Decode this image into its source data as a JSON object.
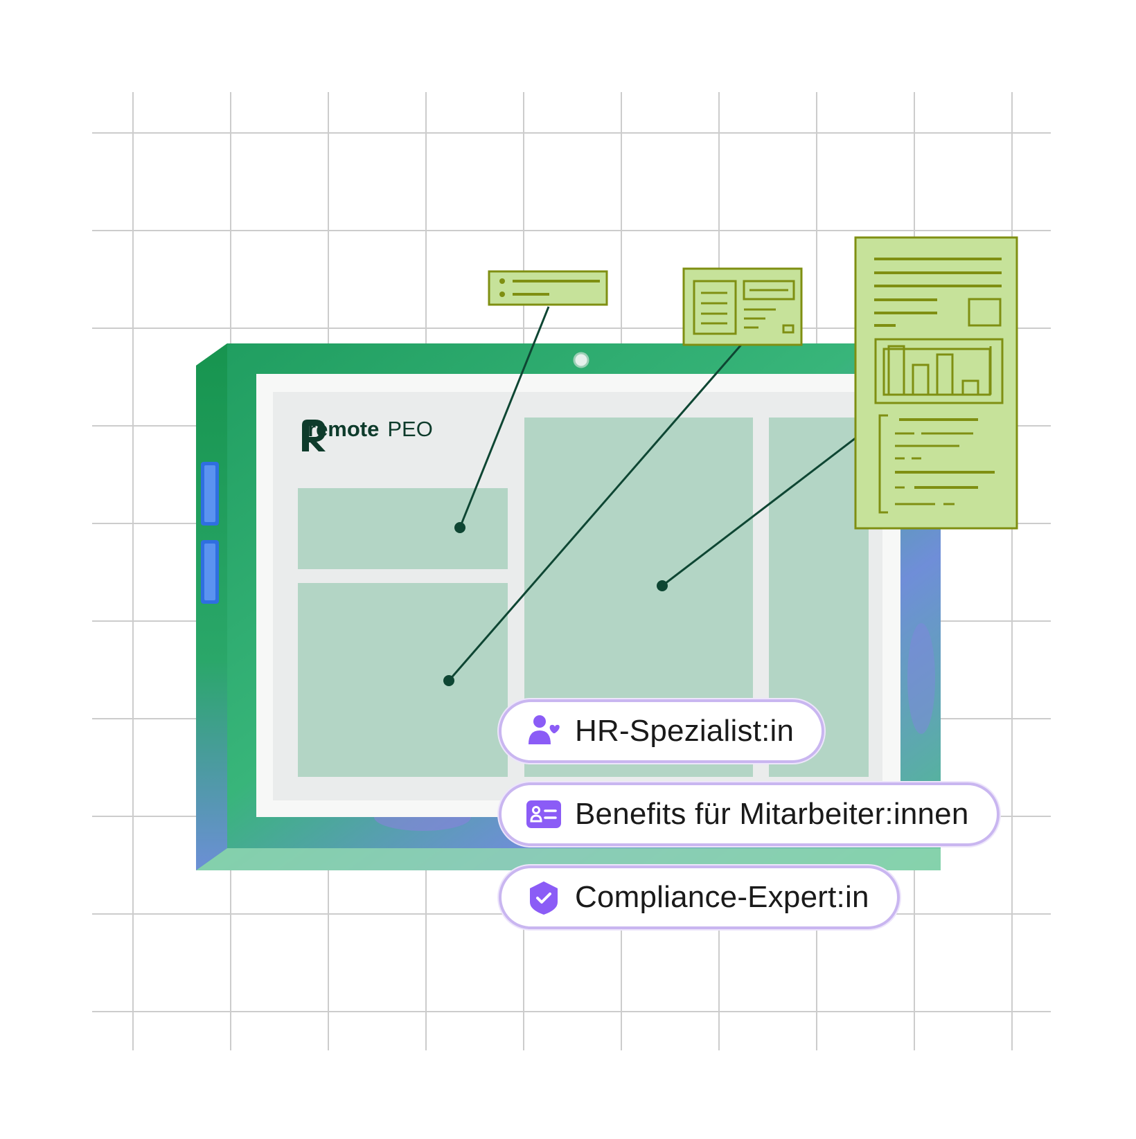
{
  "logo": {
    "wordmark": "remote",
    "product": "PEO"
  },
  "pills": [
    {
      "label": "HR-Spezialist:in",
      "icon": "people-heart-icon"
    },
    {
      "label": "Benefits für Mitarbeiter:innen",
      "icon": "id-card-icon"
    },
    {
      "label": "Compliance-Expert:in",
      "icon": "shield-check-icon"
    }
  ],
  "colors": {
    "device_green": "#22a86a",
    "panel_mint": "#b3d5c5",
    "doc_green": "#c6e29a",
    "doc_outline": "#7f8f12",
    "connector": "#0e4633",
    "pill_border": "#c9b6f0",
    "icon_purple": "#8b5cf6"
  }
}
